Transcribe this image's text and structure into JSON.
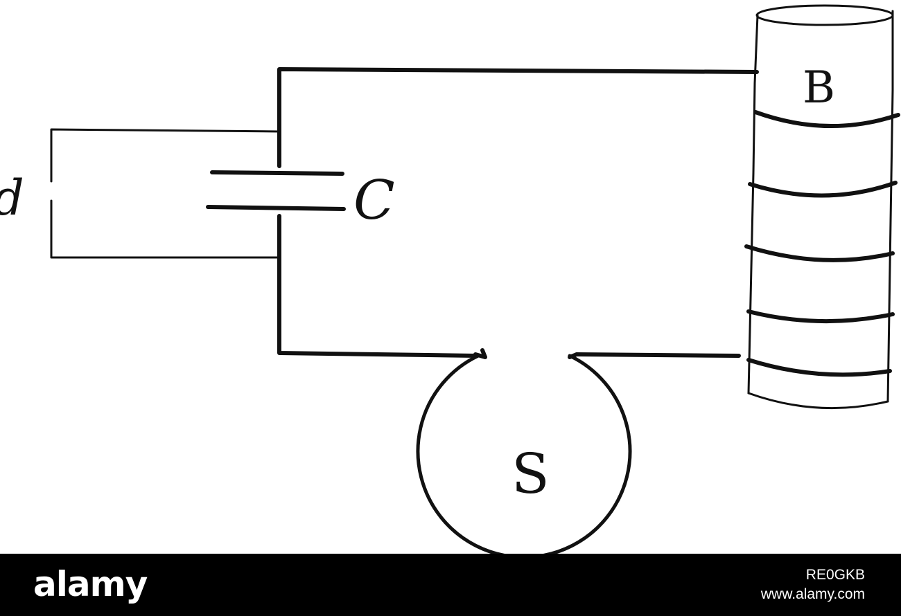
{
  "diagram": {
    "labels": {
      "battery": "B",
      "condenser": "C",
      "spark_gap": "d",
      "switch": "S"
    }
  },
  "watermark": {
    "logo_text": "alamy",
    "image_id": "RE0GKB",
    "site": "www.alamy.com"
  },
  "colors": {
    "ink": "#111111",
    "paper": "#ffffff",
    "banner": "#000000",
    "banner_text": "#ffffff"
  }
}
